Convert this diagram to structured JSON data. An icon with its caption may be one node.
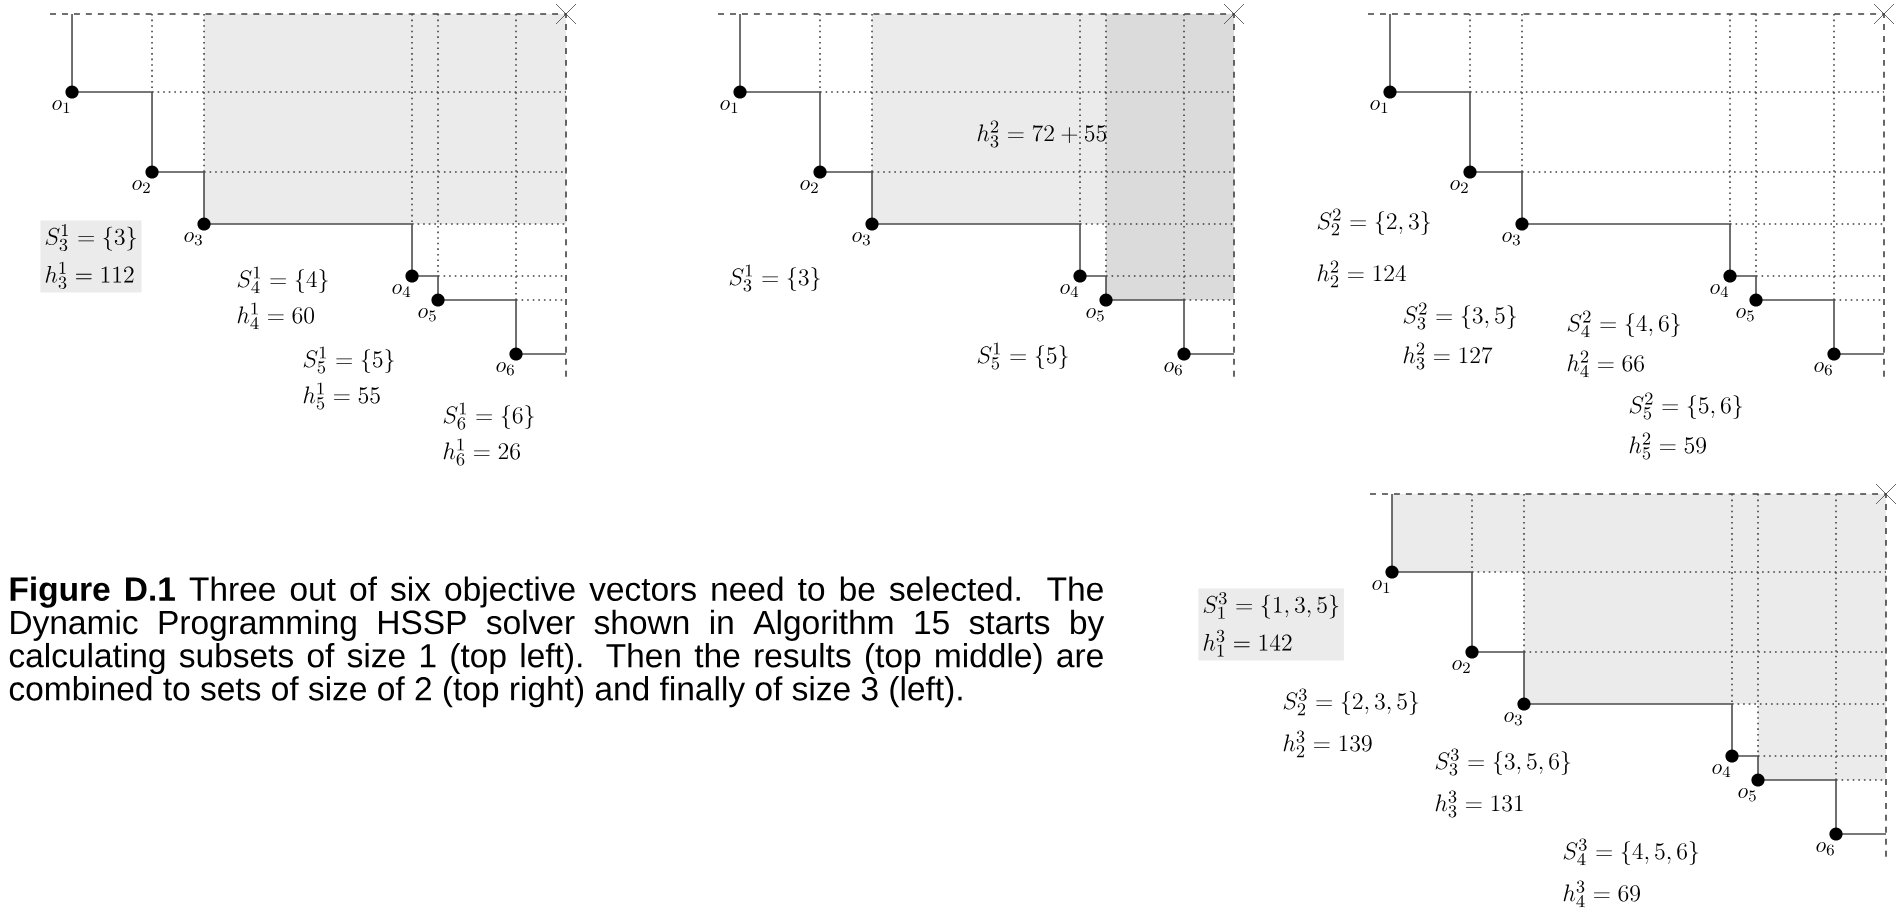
{
  "diagram": {
    "caption": "**Figure D.1**  Three out of six objective vectors need to be selected.  The Dynamic Programming HSSP solver shown in Algorithm 15 starts by calculating subsets of size 1 (top left). Then the results (top middle) are combined to sets of size of 2 (top right) and finally of size 3 (left).",
    "nodes": [
      {
        "text": [
          "S^{1}_{3} = \\{3\\}",
          "h^{1}_{3} = 112"
        ]
      },
      {
        "text": [
          "S^{3}_{1} = \\{1,3,5\\}",
          "h^{3}_{1} = 142"
        ]
      }
    ],
    "labels": [
      "o_{1}",
      "o_{2}",
      "o_{3}",
      "o_{4}",
      "o_{5}",
      "o_{6}",
      "S^{1}_{4} = \\{4\\}",
      "h^{1}_{4} = 60",
      "S^{1}_{5} = \\{5\\}",
      "h^{1}_{5} = 55",
      "S^{1}_{6} = \\{6\\}",
      "h^{1}_{6} = 26",
      "o_{1}",
      "o_{2}",
      "o_{3}",
      "o_{4}",
      "o_{5}",
      "o_{6}",
      "h^{2}_{3} = 72 + 55",
      "S^{1}_{3} = \\{3\\}",
      "S^{1}_{5} = \\{5\\}",
      "o_{1}",
      "o_{2}",
      "o_{3}",
      "o_{4}",
      "o_{5}",
      "o_{6}",
      "S^{2}_{2} = \\{2,3\\}",
      "h^{2}_{2} = 124",
      "S^{2}_{3} = \\{3,5\\}",
      "h^{2}_{3} = 127",
      "S^{2}_{4} = \\{4,6\\}",
      "h^{2}_{4} = 66",
      "S^{2}_{5} = \\{5,6\\}",
      "h^{2}_{5} = 59",
      "o_{1}",
      "o_{2}",
      "o_{3}",
      "o_{4}",
      "o_{5}",
      "o_{6}",
      "S^{3}_{2} = \\{2,3,5\\}",
      "h^{3}_{2} = 139",
      "S^{3}_{3} = \\{3,5,6\\}",
      "h^{3}_{3} = 131",
      "S^{3}_{4} = \\{4,5,6\\}",
      "h^{3}_{4} = 69"
    ]
  }
}
